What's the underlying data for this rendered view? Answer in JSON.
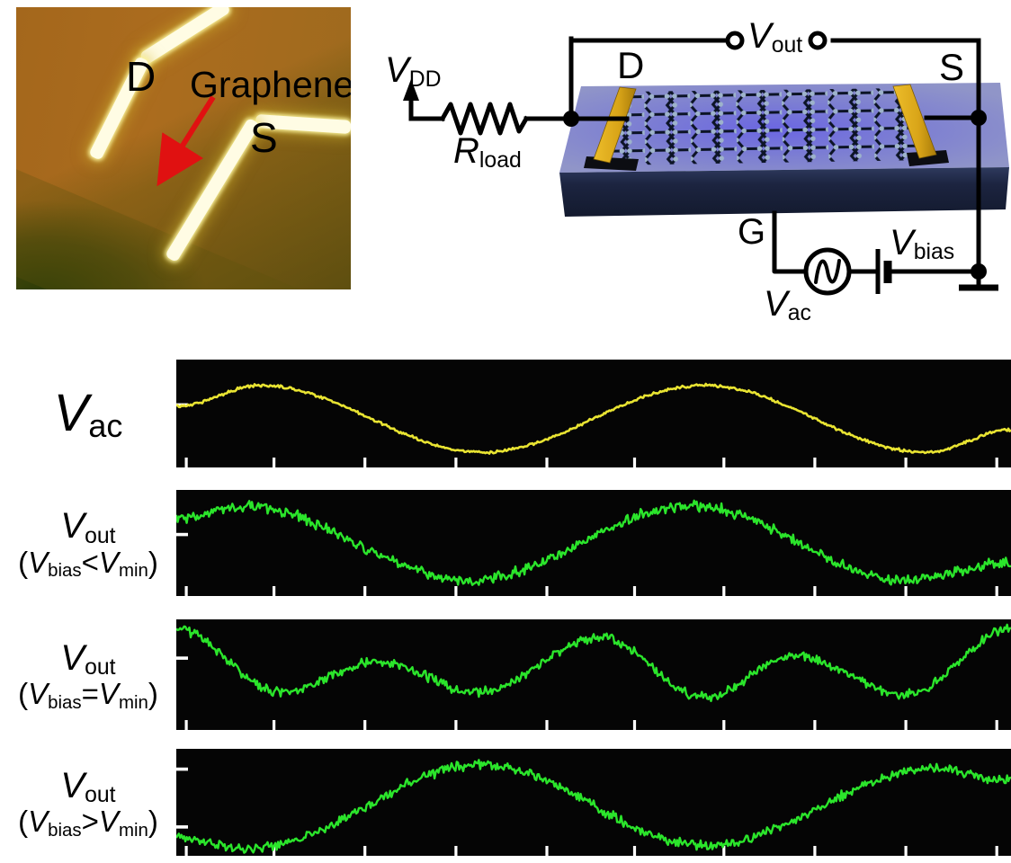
{
  "micrograph": {
    "labels": {
      "d": "D",
      "graphene": "Graphene",
      "s": "S"
    },
    "arrow_color": "#e01111",
    "colors": {
      "background": "#a4671c",
      "shadow": "#46500a",
      "electrode": "#fffce4"
    }
  },
  "circuit": {
    "labels": {
      "vdd": [
        {
          "t": "V",
          "s": "i"
        },
        {
          "t": "DD",
          "s": "sub"
        }
      ],
      "rload": [
        {
          "t": "R",
          "s": "i"
        },
        {
          "t": "load",
          "s": "sub"
        }
      ],
      "vout": [
        {
          "t": "V",
          "s": "i"
        },
        {
          "t": "out",
          "s": "sub"
        }
      ],
      "vac": [
        {
          "t": "V",
          "s": "i"
        },
        {
          "t": "ac",
          "s": "sub"
        }
      ],
      "vbias": [
        {
          "t": "V",
          "s": "i"
        },
        {
          "t": "bias",
          "s": "sub"
        }
      ],
      "d": "D",
      "s": "S",
      "g": "G"
    },
    "colors": {
      "wire": "#000000",
      "gold": "#d8a418",
      "substrate": "#9296c9",
      "front_face": "#1c2440",
      "glow": "#6b66e2"
    }
  },
  "chart_data": {
    "type": "line",
    "note": "Four oscilloscope traces; no numeric axis scales shown; x in fraction of sweep, v in arbitrary normalized units",
    "x_axis": {
      "ticks_frac": [
        0.012,
        0.117,
        0.226,
        0.335,
        0.444,
        0.549,
        0.656,
        0.765,
        0.874,
        0.983
      ]
    },
    "tick_color": "#ffffff",
    "panel_bg": "#050505",
    "panels": [
      {
        "name": "V_ac",
        "label_line1": [
          {
            "t": "V",
            "s": "i"
          },
          {
            "t": "ac",
            "s": "sub"
          }
        ],
        "label_line2": null,
        "color": "#e9e432",
        "noise": 0.05,
        "render": {
          "center": 0.55,
          "amp": 0.31
        },
        "left_ticks": [
          0.42
        ],
        "points": [
          {
            "x": 0.0,
            "v": 0.38
          },
          {
            "x": 0.101,
            "v": 1.0
          },
          {
            "x": 0.367,
            "v": -1.0
          },
          {
            "x": 0.632,
            "v": 1.0
          },
          {
            "x": 0.899,
            "v": -1.0
          },
          {
            "x": 1.0,
            "v": -0.32
          }
        ]
      },
      {
        "name": "V_out (V_bias < V_min)",
        "label_line1": [
          {
            "t": "V",
            "s": "i"
          },
          {
            "t": "out",
            "s": "sub"
          }
        ],
        "label_line2": [
          {
            "t": "(",
            "s": "n"
          },
          {
            "t": "V",
            "s": "i"
          },
          {
            "t": "bias",
            "s": "sub"
          },
          {
            "t": "<",
            "s": "n"
          },
          {
            "t": "V",
            "s": "i"
          },
          {
            "t": "min",
            "s": "sub"
          },
          {
            "t": ")",
            "s": "n"
          }
        ],
        "color": "#2be52b",
        "noise": 0.17,
        "render": {
          "center": 0.5,
          "amp": 0.35
        },
        "left_ticks": [
          0.42
        ],
        "points": [
          {
            "x": 0.0,
            "v": 0.66
          },
          {
            "x": 0.078,
            "v": 1.0
          },
          {
            "x": 0.351,
            "v": -1.0
          },
          {
            "x": 0.617,
            "v": 1.0
          },
          {
            "x": 0.875,
            "v": -1.0
          },
          {
            "x": 1.0,
            "v": -0.54
          }
        ]
      },
      {
        "name": "V_out (V_bias = V_min)",
        "label_line1": [
          {
            "t": "V",
            "s": "i"
          },
          {
            "t": "out",
            "s": "sub"
          }
        ],
        "label_line2": [
          {
            "t": "(",
            "s": "n"
          },
          {
            "t": "V",
            "s": "i"
          },
          {
            "t": "bias",
            "s": "sub"
          },
          {
            "t": "=",
            "s": "n"
          },
          {
            "t": "V",
            "s": "i"
          },
          {
            "t": "min",
            "s": "sub"
          },
          {
            "t": ")",
            "s": "n"
          }
        ],
        "color": "#2be52b",
        "noise": 0.16,
        "render": {
          "center": 0.4,
          "amp": 0.31
        },
        "left_ticks": [
          0.35
        ],
        "points": [
          {
            "x": 0.0,
            "v": 1.0
          },
          {
            "x": 0.125,
            "v": -0.84
          },
          {
            "x": 0.242,
            "v": 0.08
          },
          {
            "x": 0.359,
            "v": -0.84
          },
          {
            "x": 0.508,
            "v": 0.76
          },
          {
            "x": 0.632,
            "v": -0.97
          },
          {
            "x": 0.742,
            "v": 0.21
          },
          {
            "x": 0.875,
            "v": -0.89
          },
          {
            "x": 1.0,
            "v": 1.0
          }
        ]
      },
      {
        "name": "V_out (V_bias > V_min)",
        "label_line1": [
          {
            "t": "V",
            "s": "i"
          },
          {
            "t": "out",
            "s": "sub"
          }
        ],
        "label_line2": [
          {
            "t": "(",
            "s": "n"
          },
          {
            "t": "V",
            "s": "i"
          },
          {
            "t": "bias",
            "s": "sub"
          },
          {
            "t": ">",
            "s": "n"
          },
          {
            "t": "V",
            "s": "i"
          },
          {
            "t": "min",
            "s": "sub"
          },
          {
            "t": ")",
            "s": "n"
          }
        ],
        "color": "#2be52b",
        "noise": 0.14,
        "render": {
          "center": 0.54,
          "amp": 0.39
        },
        "left_ticks": [
          0.19,
          0.73
        ],
        "points": [
          {
            "x": 0.0,
            "v": -0.76
          },
          {
            "x": 0.086,
            "v": -1.0
          },
          {
            "x": 0.367,
            "v": 1.0
          },
          {
            "x": 0.632,
            "v": -0.93
          },
          {
            "x": 0.909,
            "v": 0.91
          },
          {
            "x": 1.0,
            "v": 0.62
          }
        ]
      }
    ]
  }
}
